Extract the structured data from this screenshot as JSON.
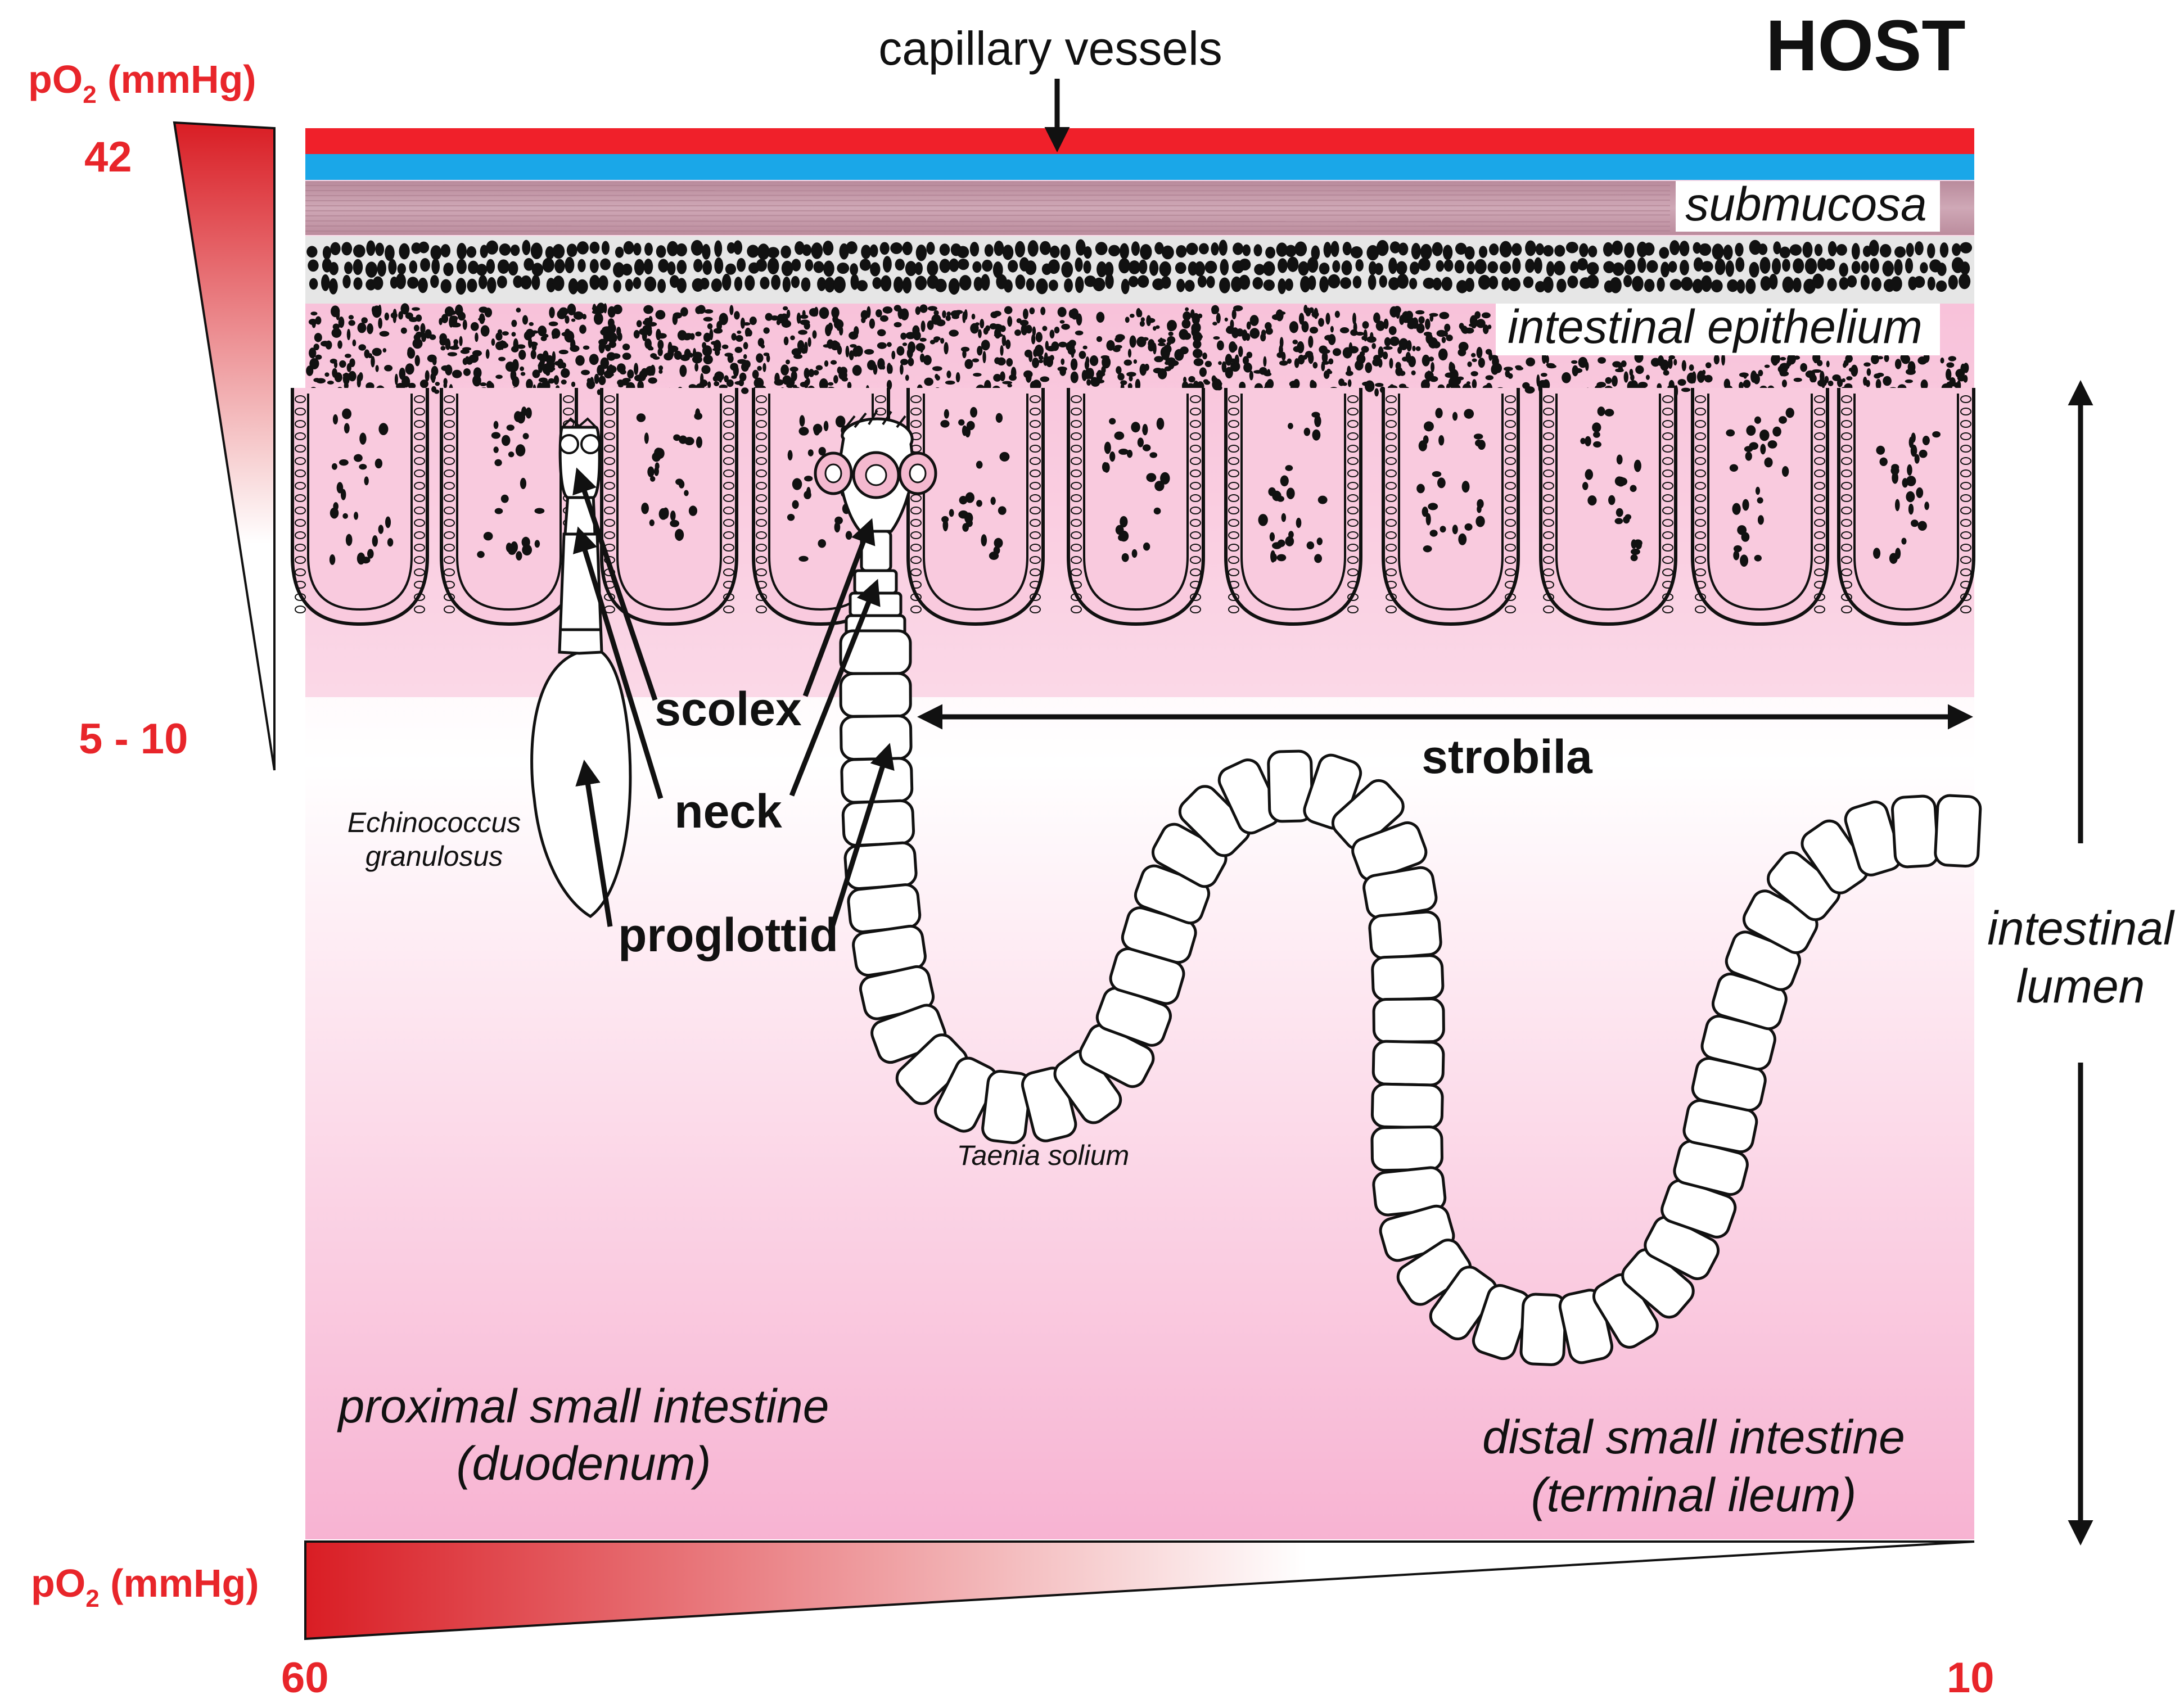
{
  "host_label": "HOST",
  "capillary_label": "capillary vessels",
  "submucosa_label": "submucosa",
  "epithelium_label": "intestinal epithelium",
  "lumen_label_line1": "intestinal",
  "lumen_label_line2": "lumen",
  "strobila_label": "strobila",
  "scolex_label": "scolex",
  "neck_label": "neck",
  "proglottid_label": "proglottid",
  "echino_line1": "Echinococcus",
  "echino_line2": "granulosus",
  "taenia_label": "Taenia solium",
  "proximal_line1": "proximal small intestine",
  "proximal_line2": "(duodenum)",
  "distal_line1": "distal small intestine",
  "distal_line2": "(terminal ileum)",
  "po2_vertical": {
    "label_main": "pO",
    "label_sub": "2",
    "label_unit": " (mmHg)",
    "top_value": "42",
    "bottom_value": "5 - 10"
  },
  "po2_horizontal": {
    "label_main": "pO",
    "label_sub": "2",
    "label_unit": " (mmHg)",
    "left_value": "60",
    "right_value": "10"
  },
  "colors": {
    "accent_red": "#e8252a",
    "capillary_red": "#f0202a",
    "capillary_blue": "#1aa7e8",
    "submucosa": "#c49aaa",
    "tissue_pink": "#f9c6dc",
    "lumen_pink": "#f7b3d2"
  }
}
